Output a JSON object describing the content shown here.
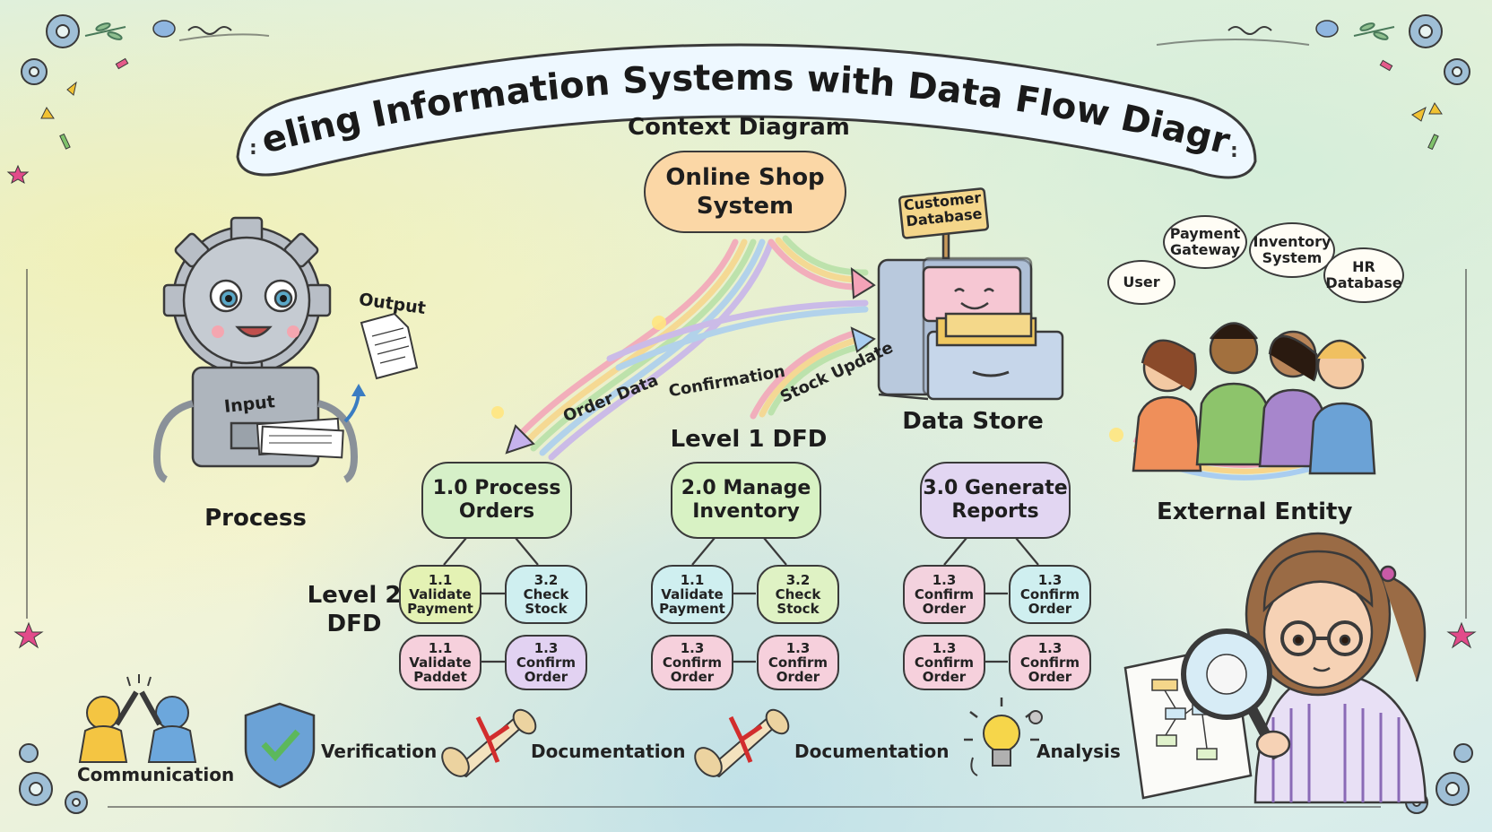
{
  "title": "Modeling Information Systems with Data Flow Diagrams",
  "context_diagram": {
    "heading": "Context Diagram",
    "central_process": "Online Shop\nSystem"
  },
  "data_store": {
    "sign": "Customer\nDatabase",
    "label": "Data Store"
  },
  "flows": {
    "order_data": "Order Data",
    "confirmation": "Confirmation",
    "stock_update": "Stock Update"
  },
  "process_figure": {
    "label": "Process",
    "input_label": "Input",
    "output_label": "Output"
  },
  "external_entity": {
    "label": "External Entity",
    "bubbles": [
      "User",
      "Payment\nGateway",
      "Inventory\nSystem",
      "HR\nDatabase"
    ]
  },
  "level1": {
    "heading": "Level 1 DFD",
    "processes": [
      {
        "label": "1.0 Process\nOrders",
        "color": "#d6f0c8"
      },
      {
        "label": "2.0 Manage\nInventory",
        "color": "#d8f2c4"
      },
      {
        "label": "3.0 Generate\nReports",
        "color": "#e2d6f2"
      }
    ]
  },
  "level2": {
    "heading": "Level 2\nDFD",
    "groups": [
      [
        {
          "label": "1.1\nValidate\nPayment",
          "color": "#e4f2b4"
        },
        {
          "label": "3.2\nCheck\nStock",
          "color": "#cfeff0"
        },
        {
          "label": "1.1\nValidate\nPaddet",
          "color": "#f6d0dc"
        },
        {
          "label": "1.3\nConfirm\nOrder",
          "color": "#e2d2f2"
        }
      ],
      [
        {
          "label": "1.1\nValidate\nPayment",
          "color": "#cfeff0"
        },
        {
          "label": "3.2\nCheck\nStock",
          "color": "#dff2c4"
        },
        {
          "label": "1.3\nConfirm\nOrder",
          "color": "#f6d0dc"
        },
        {
          "label": "1.3\nConfirm\nOrder",
          "color": "#f6d0dc"
        }
      ],
      [
        {
          "label": "1.3\nConfirm\nOrder",
          "color": "#f3d2de"
        },
        {
          "label": "1.3\nConfirm\nOrder",
          "color": "#cfeff0"
        },
        {
          "label": "1.3\nConfirm\nOrder",
          "color": "#f6d0dc"
        },
        {
          "label": "1.3\nConfirm\nOrder",
          "color": "#f6d0dc"
        }
      ]
    ]
  },
  "bottom_icons": [
    {
      "label": "Communication",
      "icon": "high-five-icon"
    },
    {
      "label": "Verification",
      "icon": "shield-check-icon"
    },
    {
      "label": "Documentation",
      "icon": "scroll-icon"
    },
    {
      "label": "Documentation",
      "icon": "scroll-icon"
    },
    {
      "label": "Analysis",
      "icon": "lightbulb-icon"
    }
  ],
  "colors": {
    "central_process": "#fbd7a6",
    "banner": "#eef8ff",
    "outline": "#3a3a3a"
  }
}
